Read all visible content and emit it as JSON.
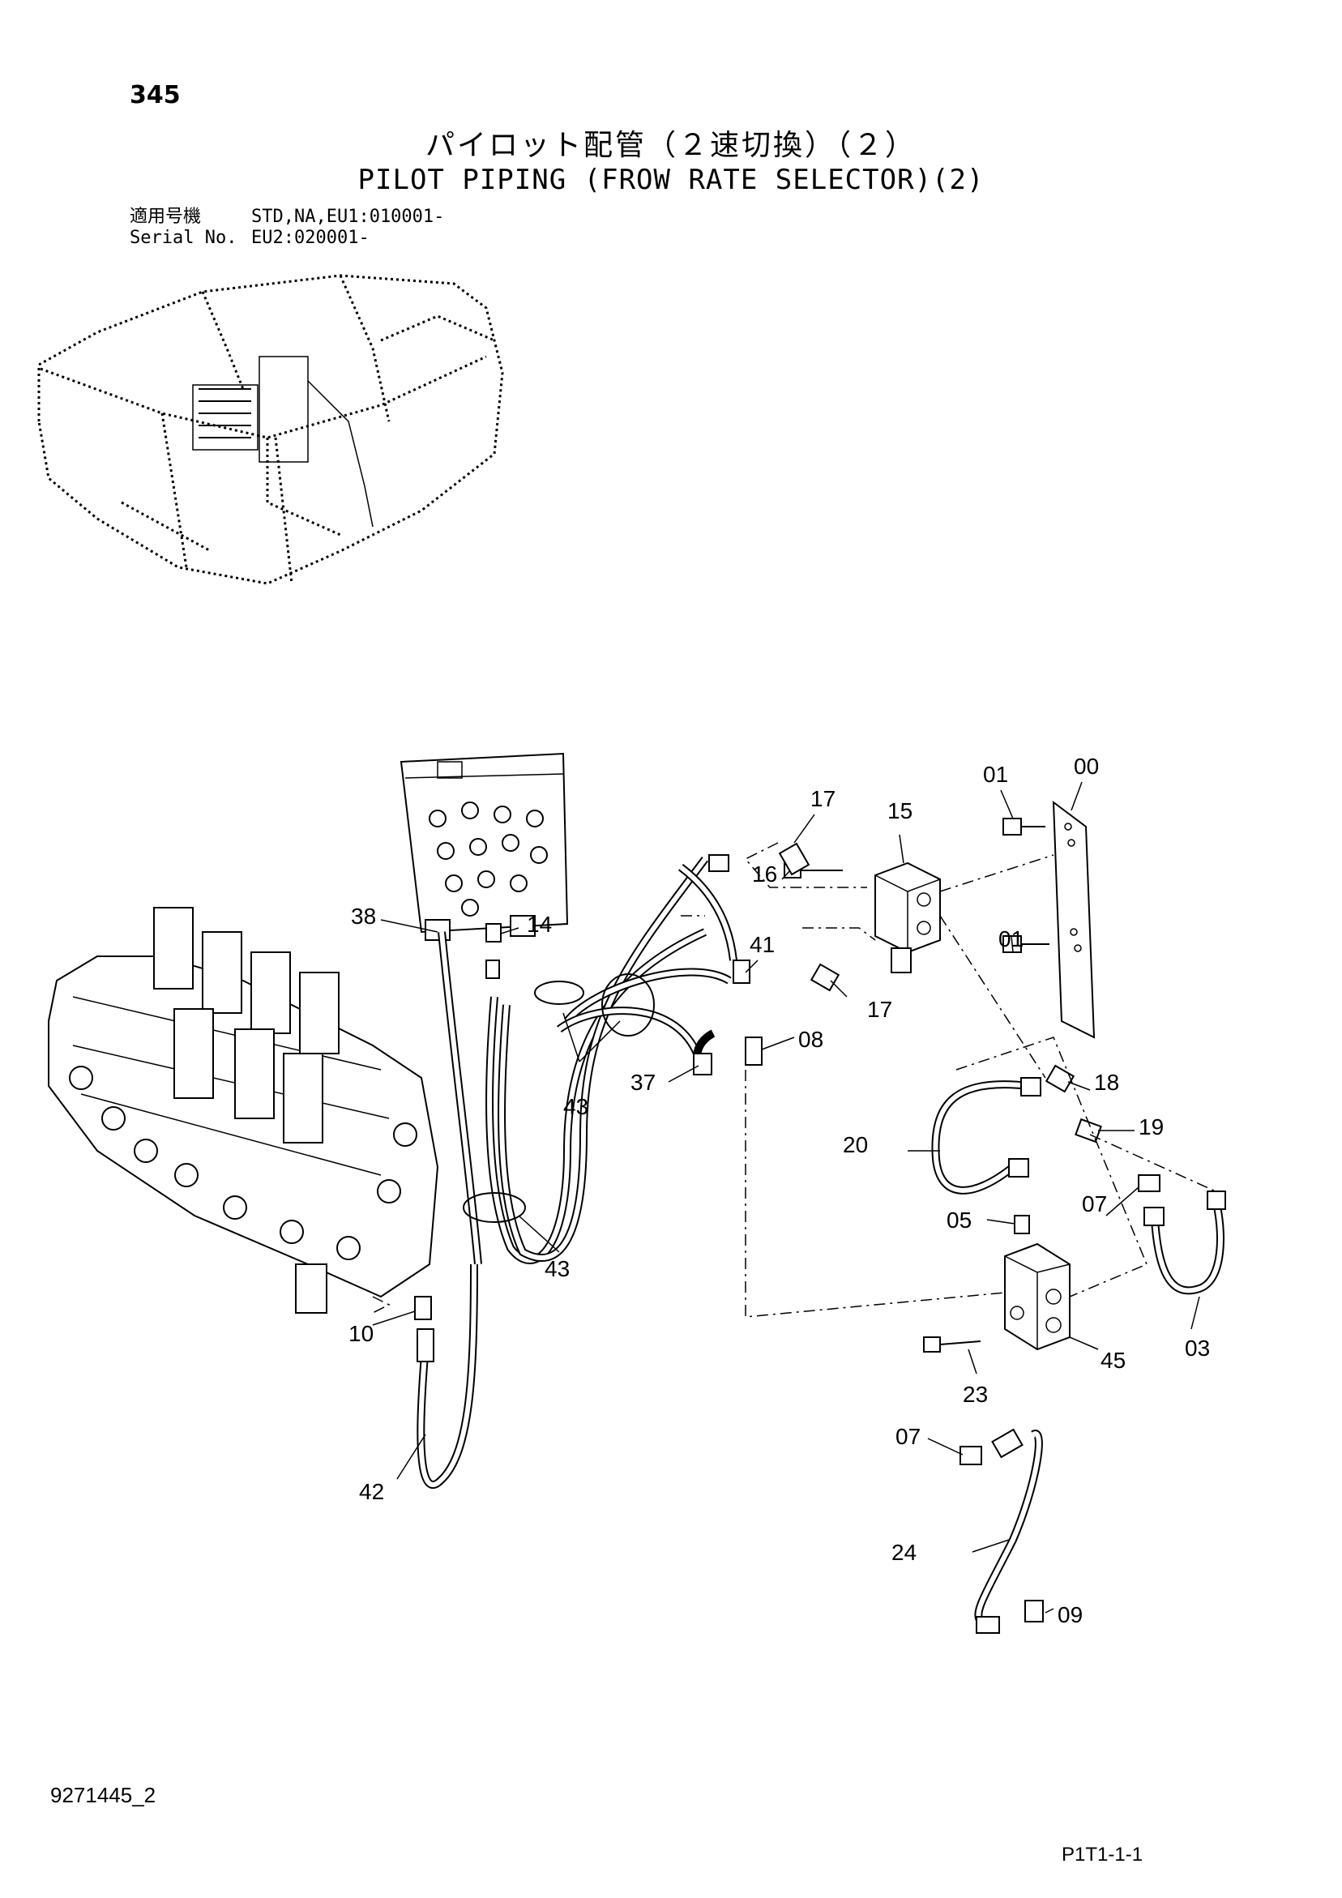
{
  "header": {
    "page_number": "345",
    "title_jp": "パイロット配管（２速切換）（２）",
    "title_en": "PILOT PIPING (FROW RATE SELECTOR)(2)",
    "applicable_label": "適用号機",
    "applicable_value": "STD,NA,EU1:010001-",
    "serial_label": "Serial No.",
    "serial_value": "EU2:020001-"
  },
  "footer": {
    "drawing_code": "9271445_2",
    "page_ref": "P1T1-1-1"
  },
  "callouts": {
    "c00": "00",
    "c01a": "01",
    "c01b": "01",
    "c03": "03",
    "c05": "05",
    "c07a": "07",
    "c07b": "07",
    "c08": "08",
    "c09": "09",
    "c10": "10",
    "c14": "14",
    "c15": "15",
    "c16": "16",
    "c17a": "17",
    "c17b": "17",
    "c18": "18",
    "c19": "19",
    "c20": "20",
    "c23": "23",
    "c24": "24",
    "c37": "37",
    "c38": "38",
    "c41": "41",
    "c42": "42",
    "c43a": "43",
    "c43b": "43",
    "c45": "45"
  },
  "colors": {
    "ink": "#000000",
    "paper": "#ffffff"
  }
}
